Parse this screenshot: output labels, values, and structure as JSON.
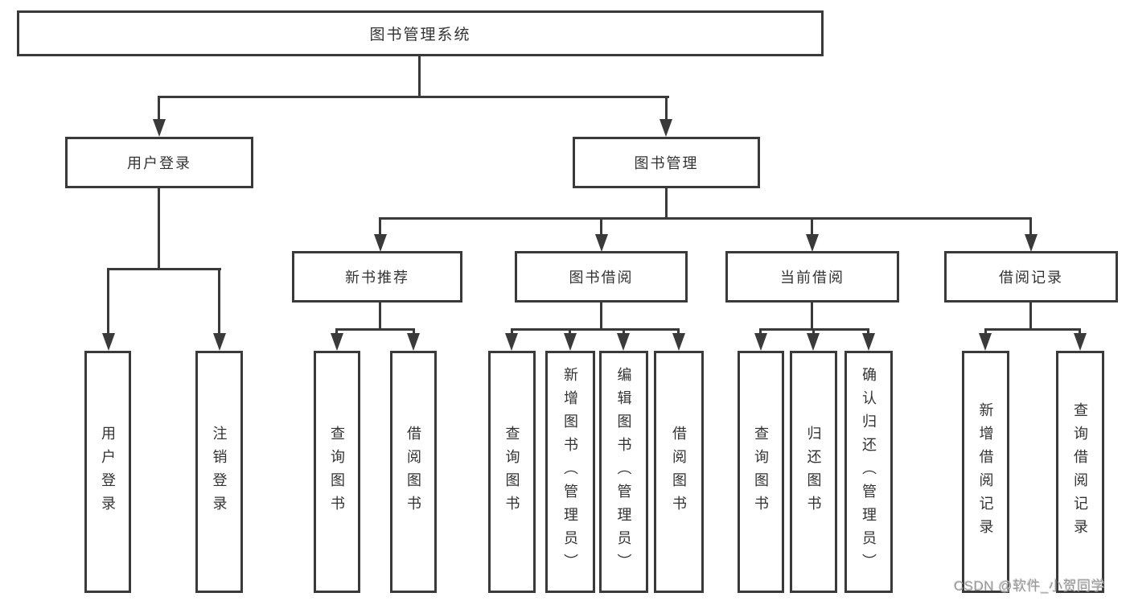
{
  "diagram": {
    "title": "图书管理系统",
    "root": {
      "label": "图书管理系统"
    },
    "branches": [
      {
        "label": "用户登录",
        "children": [
          {
            "label": "用户登录"
          },
          {
            "label": "注销登录"
          }
        ]
      },
      {
        "label": "图书管理",
        "children": [
          {
            "label": "新书推荐",
            "children": [
              {
                "label": "查询图书"
              },
              {
                "label": "借阅图书"
              }
            ]
          },
          {
            "label": "图书借阅",
            "children": [
              {
                "label": "查询图书"
              },
              {
                "label": "新增图书（管理员）"
              },
              {
                "label": "编辑图书（管理员）"
              },
              {
                "label": "借阅图书"
              }
            ]
          },
          {
            "label": "当前借阅",
            "children": [
              {
                "label": "查询图书"
              },
              {
                "label": "归还图书"
              },
              {
                "label": "确认归还（管理员）"
              }
            ]
          },
          {
            "label": "借阅记录",
            "children": [
              {
                "label": "新增借阅记录"
              },
              {
                "label": "查询借阅记录"
              }
            ]
          }
        ]
      }
    ]
  },
  "watermark": {
    "text": "CSDN @软件_小贺同学"
  },
  "colors": {
    "line": "#3a3a3a",
    "text": "#333333",
    "background": "#ffffff",
    "watermark": "#999999"
  }
}
